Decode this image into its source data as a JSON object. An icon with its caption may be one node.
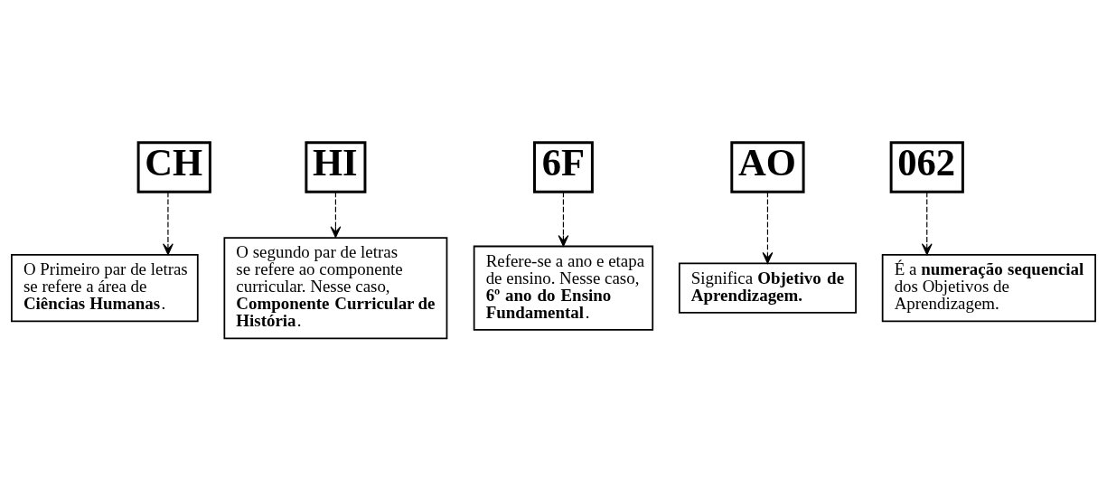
{
  "diagram": {
    "nodes": [
      {
        "text": [
          "CH"
        ]
      },
      {
        "text": [
          "HI"
        ]
      },
      {
        "text": [
          "6F"
        ]
      },
      {
        "text": [
          "AO"
        ]
      },
      {
        "text": [
          "062"
        ]
      },
      {
        "text": [
          "O Primeiro par de letras se refere a área de **Ciências Humanas**."
        ]
      },
      {
        "text": [
          "O segundo par de letras se refere ao componente curricular. Nesse caso, **Componente Curricular de História**."
        ]
      },
      {
        "text": [
          "Refere-se a ano e etapa de ensino. Nesse caso, **6º ano do Ensino Fundamental**."
        ]
      },
      {
        "text": [
          "Significa **Objetivo de Aprendizagem.**"
        ]
      },
      {
        "text": [
          "É a **numeração sequencial** dos Objetivos de Aprendizagem."
        ]
      }
    ],
    "edges": [
      {
        "from": 0,
        "to": 5,
        "arrow": "to",
        "style": "dashed"
      },
      {
        "from": 1,
        "to": 6,
        "arrow": "to",
        "style": "dashed"
      },
      {
        "from": 2,
        "to": 7,
        "arrow": "to",
        "style": "dashed"
      },
      {
        "from": 3,
        "to": 8,
        "arrow": "to",
        "style": "dashed"
      },
      {
        "from": 4,
        "to": 9,
        "arrow": "to",
        "style": "dashed"
      }
    ]
  }
}
